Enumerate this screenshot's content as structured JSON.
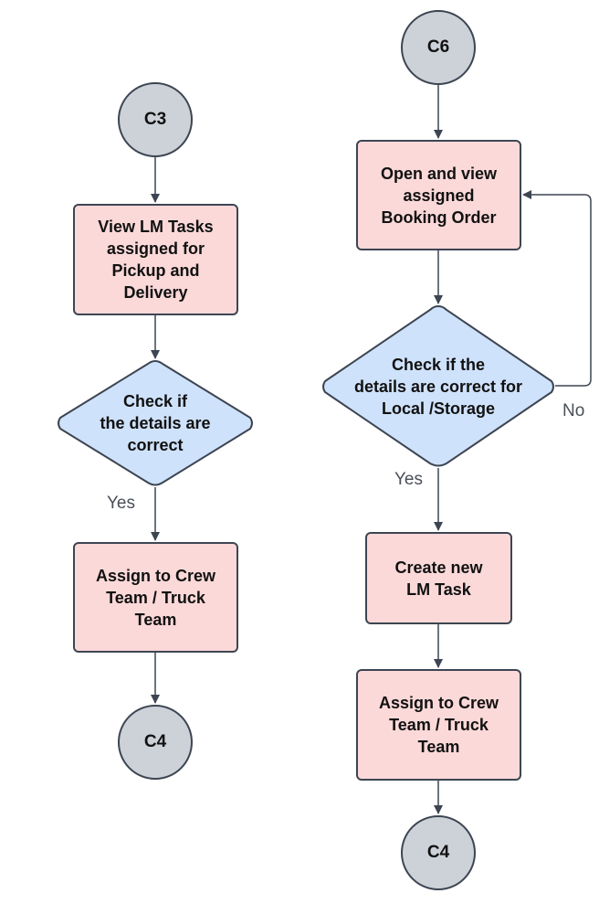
{
  "left_flow": {
    "start": "C3",
    "task": "View LM Tasks\nassigned for\nPickup and\nDelivery",
    "decision": "Check if\nthe details are\ncorrect",
    "yes_label": "Yes",
    "assign": "Assign to Crew\nTeam / Truck\nTeam",
    "end": "C4"
  },
  "right_flow": {
    "start": "C6",
    "task": "Open and view\nassigned\nBooking Order",
    "decision": "Check if the\ndetails are correct for\nLocal /Storage",
    "yes_label": "Yes",
    "no_label": "No",
    "create": "Create new\nLM Task",
    "assign": "Assign to Crew\nTeam / Truck\nTeam",
    "end": "C4"
  },
  "colors": {
    "connector_fill": "#cdd2d9",
    "process_fill": "#fcd9d9",
    "decision_fill": "#cfe2fb",
    "stroke": "#3d4552"
  }
}
